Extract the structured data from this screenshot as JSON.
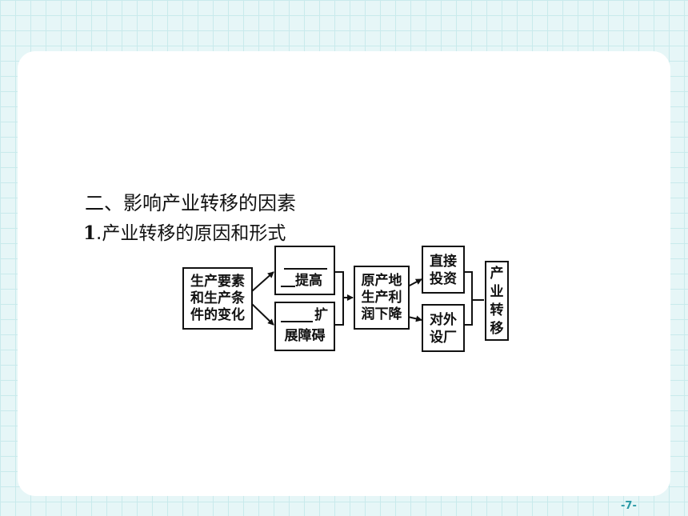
{
  "section_title": "二、影响产业转移的因素",
  "subsection": {
    "number": "1",
    "text": ".产业转移的原因和形式"
  },
  "diagram": {
    "factor_box": {
      "line1": "生产要素",
      "line2": "和生产条",
      "line3": "件的变化"
    },
    "upper_branch": {
      "text": "提高"
    },
    "lower_branch": {
      "text": "扩",
      "line2": "展障碍"
    },
    "middle_box": {
      "line1": "原产地",
      "line2": "生产利",
      "line3": "润下降"
    },
    "form_direct": {
      "line1": "直接",
      "line2": "投资"
    },
    "form_overseas": {
      "line1": "对外",
      "line2": "设厂"
    },
    "result_box": {
      "chars": [
        "产",
        "业",
        "转",
        "移"
      ]
    }
  },
  "page_number": "-7-"
}
